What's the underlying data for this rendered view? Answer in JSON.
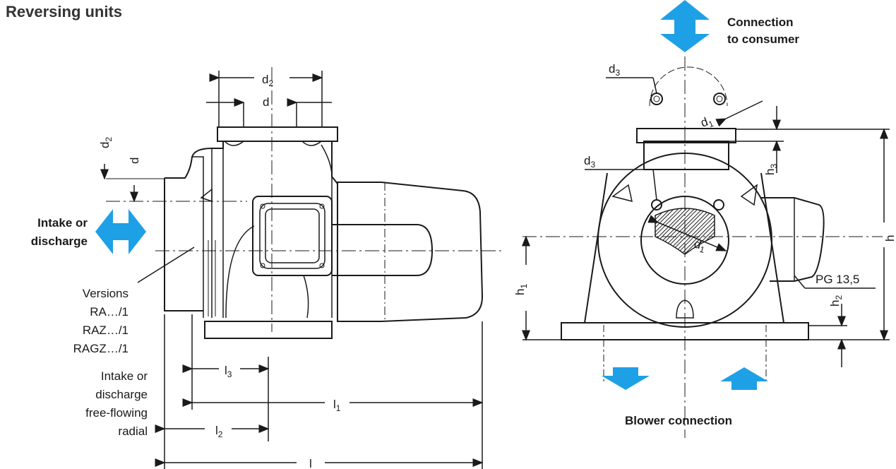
{
  "title": "Reversing units",
  "labels": {
    "connection_to_consumer_l1": "Connection",
    "connection_to_consumer_l2": "to consumer",
    "intake_or_discharge_l1": "Intake or",
    "intake_or_discharge_l2": "discharge",
    "versions": [
      "Versions",
      "RA…/1",
      "RAZ…/1",
      "RAGZ…/1"
    ],
    "radial": [
      "Intake or",
      "discharge",
      "free-flowing",
      "radial"
    ],
    "blower_connection": "Blower connection",
    "pg": "PG 13,5"
  },
  "dimensions": {
    "d": "d",
    "d2": "d",
    "d2_sub": "2",
    "d1": "d",
    "d1_sub": "1",
    "d3": "d",
    "d3_sub": "3",
    "h": "h",
    "h1": "h",
    "h1_sub": "1",
    "h2": "h",
    "h2_sub": "2",
    "h3": "h",
    "h3_sub": "3",
    "l": "l",
    "l1": "l",
    "l1_sub": "1",
    "l2": "l",
    "l2_sub": "2",
    "l3": "l",
    "l3_sub": "3"
  },
  "colors": {
    "arrow": "#1ea0e6",
    "line": "#1a1a1a",
    "hatch": "#333333"
  }
}
